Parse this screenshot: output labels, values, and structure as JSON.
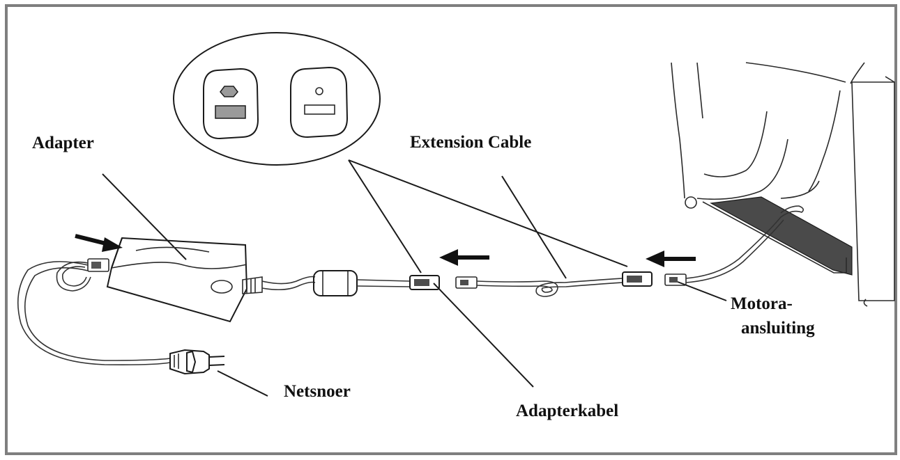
{
  "labels": {
    "adapter": "Adapter",
    "extension_cable": "Extension Cable",
    "netsnoer": "Netsnoer",
    "adapterkabel": "Adapterkabel",
    "motora_line1": "Motora-",
    "motora_line2": "ansluiting"
  },
  "colors": {
    "frame": "#7f7f7f",
    "line": "#1a1a1a",
    "socket_fill": "#9a9a9a",
    "floor_strip": "#4a4a4a",
    "arrow": "#111111"
  }
}
